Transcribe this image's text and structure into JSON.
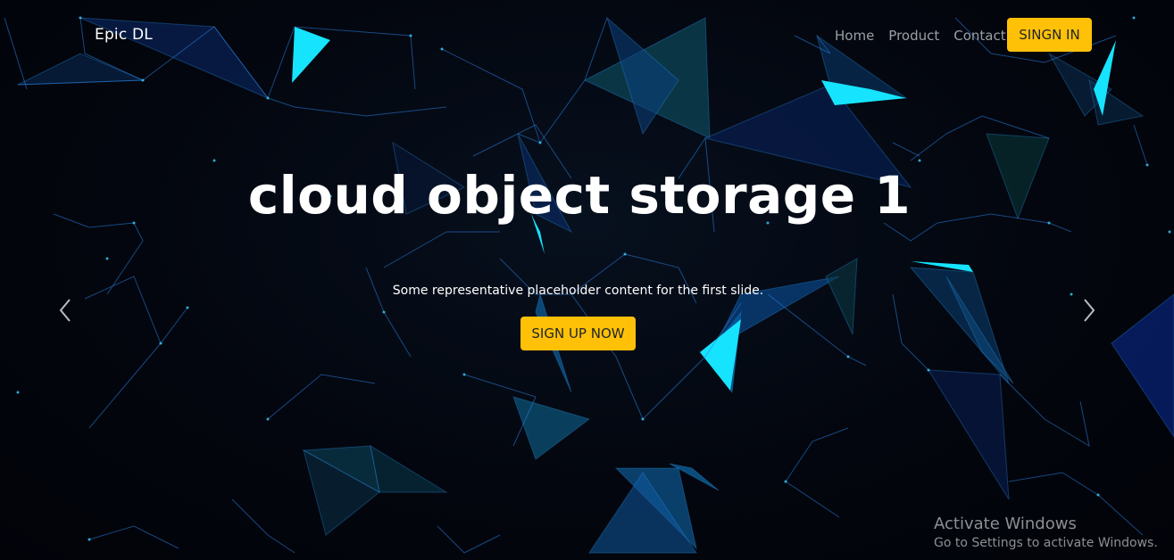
{
  "navbar": {
    "brand": "Epic DL",
    "links": [
      "Home",
      "Product",
      "Contact"
    ],
    "signin_label": "SINGN IN"
  },
  "carousel": {
    "title": "cloud object storage 1",
    "caption": "Some representative placeholder content for the first slide.",
    "cta_label": "SIGN UP NOW",
    "prev_icon": "chevron-left-icon",
    "next_icon": "chevron-right-icon"
  },
  "watermark": {
    "title": "Activate Windows",
    "subtitle": "Go to Settings to activate Windows."
  },
  "colors": {
    "accent": "#ffc107",
    "background": "#03050c",
    "network_line": "#1e6fd6",
    "network_bright": "#16d9ff"
  }
}
